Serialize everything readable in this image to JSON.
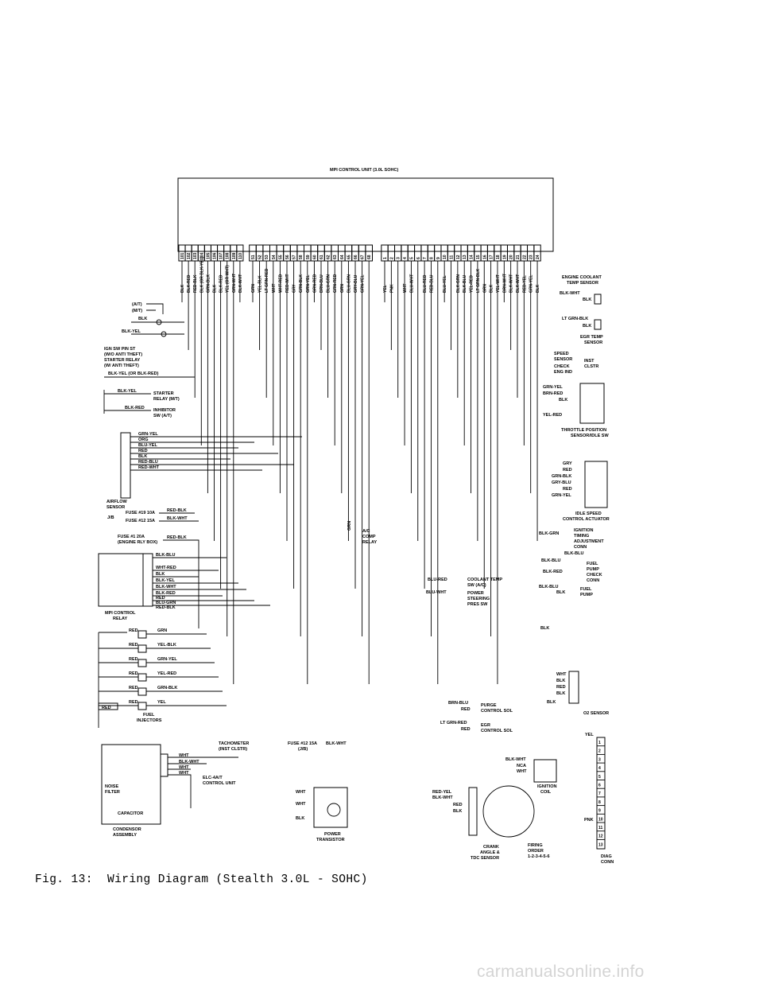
{
  "unit_title": "MPI CONTROL UNIT (3.0L SOHC)",
  "caption": "Fig. 13:  Wiring Diagram (Stealth 3.0L - SOHC)",
  "watermark": "carmanualsonline.info",
  "pins_left": [
    "101",
    "102",
    "103",
    "104",
    "105",
    "106",
    "107",
    "108",
    "109",
    "110"
  ],
  "pins_mid": [
    "51",
    "52",
    "53",
    "54",
    "55",
    "56",
    "57",
    "58",
    "59",
    "60",
    "61",
    "62",
    "63",
    "64",
    "65",
    "66",
    "67",
    "68"
  ],
  "pins_right": [
    "1",
    "2",
    "3",
    "4",
    "5",
    "6",
    "7",
    "8",
    "9",
    "10",
    "11",
    "12",
    "13",
    "14",
    "15",
    "16",
    "17",
    "18",
    "19",
    "20",
    "21",
    "22",
    "23",
    "24"
  ],
  "wires_left": [
    "BLK",
    "BLK-RED",
    "RED-BLK",
    "BLK (OR BLK-YEL)",
    "GRN-BLK",
    "BLK",
    "BLK-RED",
    "YEL (OR WHT)",
    "GRN-WHT",
    "BLK-WHT"
  ],
  "wires_mid": [
    "GRN",
    "YEL-BLK",
    "LT GRN-RED",
    "WHT",
    "WHT-RED",
    "RED-WHT",
    "GRY",
    "GRN-BLK",
    "GRN-YEL",
    "GRN-RED",
    "BRN-BLU",
    "BLU-GRN",
    "GRN-RED",
    "GRN",
    "BLU-GRN",
    "GRY-BLU",
    "GRN-YEL",
    ""
  ],
  "wires_right": [
    "YEL",
    "PNK",
    "",
    "WHT",
    "BLU-WHT",
    "",
    "BLU-RED",
    "RED-BLU",
    "",
    "BLU-YEL",
    "",
    "BLK-GRN",
    "BLK-BLU",
    "YEL-RED",
    "LT GRN-BLK",
    "GRN",
    "BLK",
    "YEL-WHT",
    "BRN-WHT",
    "BLK-WHT",
    "BLK-WHT",
    "RED-YEL",
    "GRN-YEL",
    "BLK"
  ],
  "labels": {
    "at": "(A/T)",
    "mt": "(M/T)",
    "blk": "BLK",
    "blk_yel": "BLK-YEL",
    "ign_sw": "IGN SW PIN ST",
    "wo_anti": "(W/O ANTI THEFT)",
    "starter_relay": "STARTER RELAY",
    "w_anti": "(W/ ANTI THEFT)",
    "blk_yel_or": "BLK-YEL (OR BLK-RED)",
    "starter_mt": "STARTER",
    "relay_mt": "RELAY (M/T)",
    "blk_red": "BLK-RED",
    "inhibitor": "INHIBITOR",
    "sw_at": "SW (A/T)",
    "coolant": "ENGINE COOLANT",
    "temp_sensor": "TEMP SENSOR",
    "blk_wht": "BLK-WHT",
    "lt_grn_blk": "LT GRN-BLK",
    "egr_temp": "EGR TEMP",
    "sensor": "SENSOR",
    "speed": "SPEED",
    "speed_sensor": "SENSOR",
    "inst": "INST",
    "clstr": "CLSTR",
    "check": "CHECK",
    "eng_ind": "ENG IND",
    "grn_yel": "GRN-YEL",
    "brn_red": "BRN-RED",
    "yel_red": "YEL-RED",
    "tps": "THROTTLE POSITION",
    "tps2": "SENSOR/IDLE SW",
    "gry": "GRY",
    "red": "RED",
    "grn_blk": "GRN-BLK",
    "gry_blu": "GRY-BLU",
    "isc1": "IDLE SPEED",
    "isc2": "CONTROL ACTUATOR",
    "blk_grn": "BLK-GRN",
    "ign_timing1": "IGNITION",
    "ign_timing2": "TIMING",
    "ign_timing3": "ADJUSTMENT",
    "ign_timing4": "CONN",
    "blk_blu": "BLK-BLU",
    "fuel_pump_check1": "FUEL",
    "fuel_pump_check2": "PUMP",
    "fuel_pump_check3": "CHECK",
    "fuel_pump_check4": "CONN",
    "fuel_pump1": "FUEL",
    "fuel_pump2": "PUMP",
    "orn": "ORG",
    "blu_yel": "BLU-YEL",
    "red_blu": "RED-BLU",
    "red_wht": "RED-WHT",
    "airflow1": "AIRFLOW",
    "airflow2": "SENSOR",
    "fuse19": "FUSE #19 10A",
    "fuse12": "FUSE #12 15A",
    "jb": "J/B",
    "red_blk": "RED-BLK",
    "fuse1": "FUSE #1 20A",
    "eng_rly": "(ENGINE RLY BOX)",
    "grn": "GRN",
    "ac1": "A/C",
    "ac2": "COMP",
    "ac3": "RELAY",
    "blu_red": "BLU-RED",
    "coolant_ac1": "COOLANT TEMP",
    "coolant_ac2": "SW (A/C)",
    "blu_wht": "BLU-WHT",
    "ps1": "POWER",
    "ps2": "STEERING",
    "ps3": "PRES SW",
    "wht_red": "WHT-RED",
    "blk_yel2": "BLK-YEL",
    "blu_grn": "BLU-GRN",
    "mpi_relay1": "MPI CONTROL",
    "mpi_relay2": "RELAY",
    "yel_blk": "YEL-BLK",
    "yel": "YEL",
    "fuel_inj1": "FUEL",
    "fuel_inj2": "INJECTORS",
    "wht": "WHT",
    "o2": "O2 SENSOR",
    "brn_blu": "BRN-BLU",
    "purge1": "PURGE",
    "purge2": "CONTROL SOL",
    "lt_grn_red": "LT GRN-RED",
    "egr1": "EGR",
    "egr2": "CONTROL SOL",
    "tach1": "TACHOMETER",
    "tach2": "(INST CLSTR)",
    "fuse12b": "FUSE #12 15A",
    "jb2": "(J/B)",
    "elc1": "ELC-4A/T",
    "elc2": "CONTROL UNIT",
    "noise1": "NOISE",
    "noise2": "FILTER",
    "capacitor": "CAPACITOR",
    "cond1": "CONDENSOR",
    "cond2": "ASSEMBLY",
    "nca": "NCA",
    "ign_coil1": "IGNITION",
    "ign_coil2": "COIL",
    "pnk": "PNK",
    "diag1": "DIAG",
    "diag2": "CONN",
    "power_tr1": "POWER",
    "power_tr2": "TRANSISTOR",
    "red_yel": "RED-YEL",
    "crank1": "CRANK",
    "crank2": "ANGLE &",
    "crank3": "TDC SENSOR",
    "firing1": "FIRING",
    "firing2": "ORDER",
    "firing3": "1-2-3-4-5-6"
  }
}
